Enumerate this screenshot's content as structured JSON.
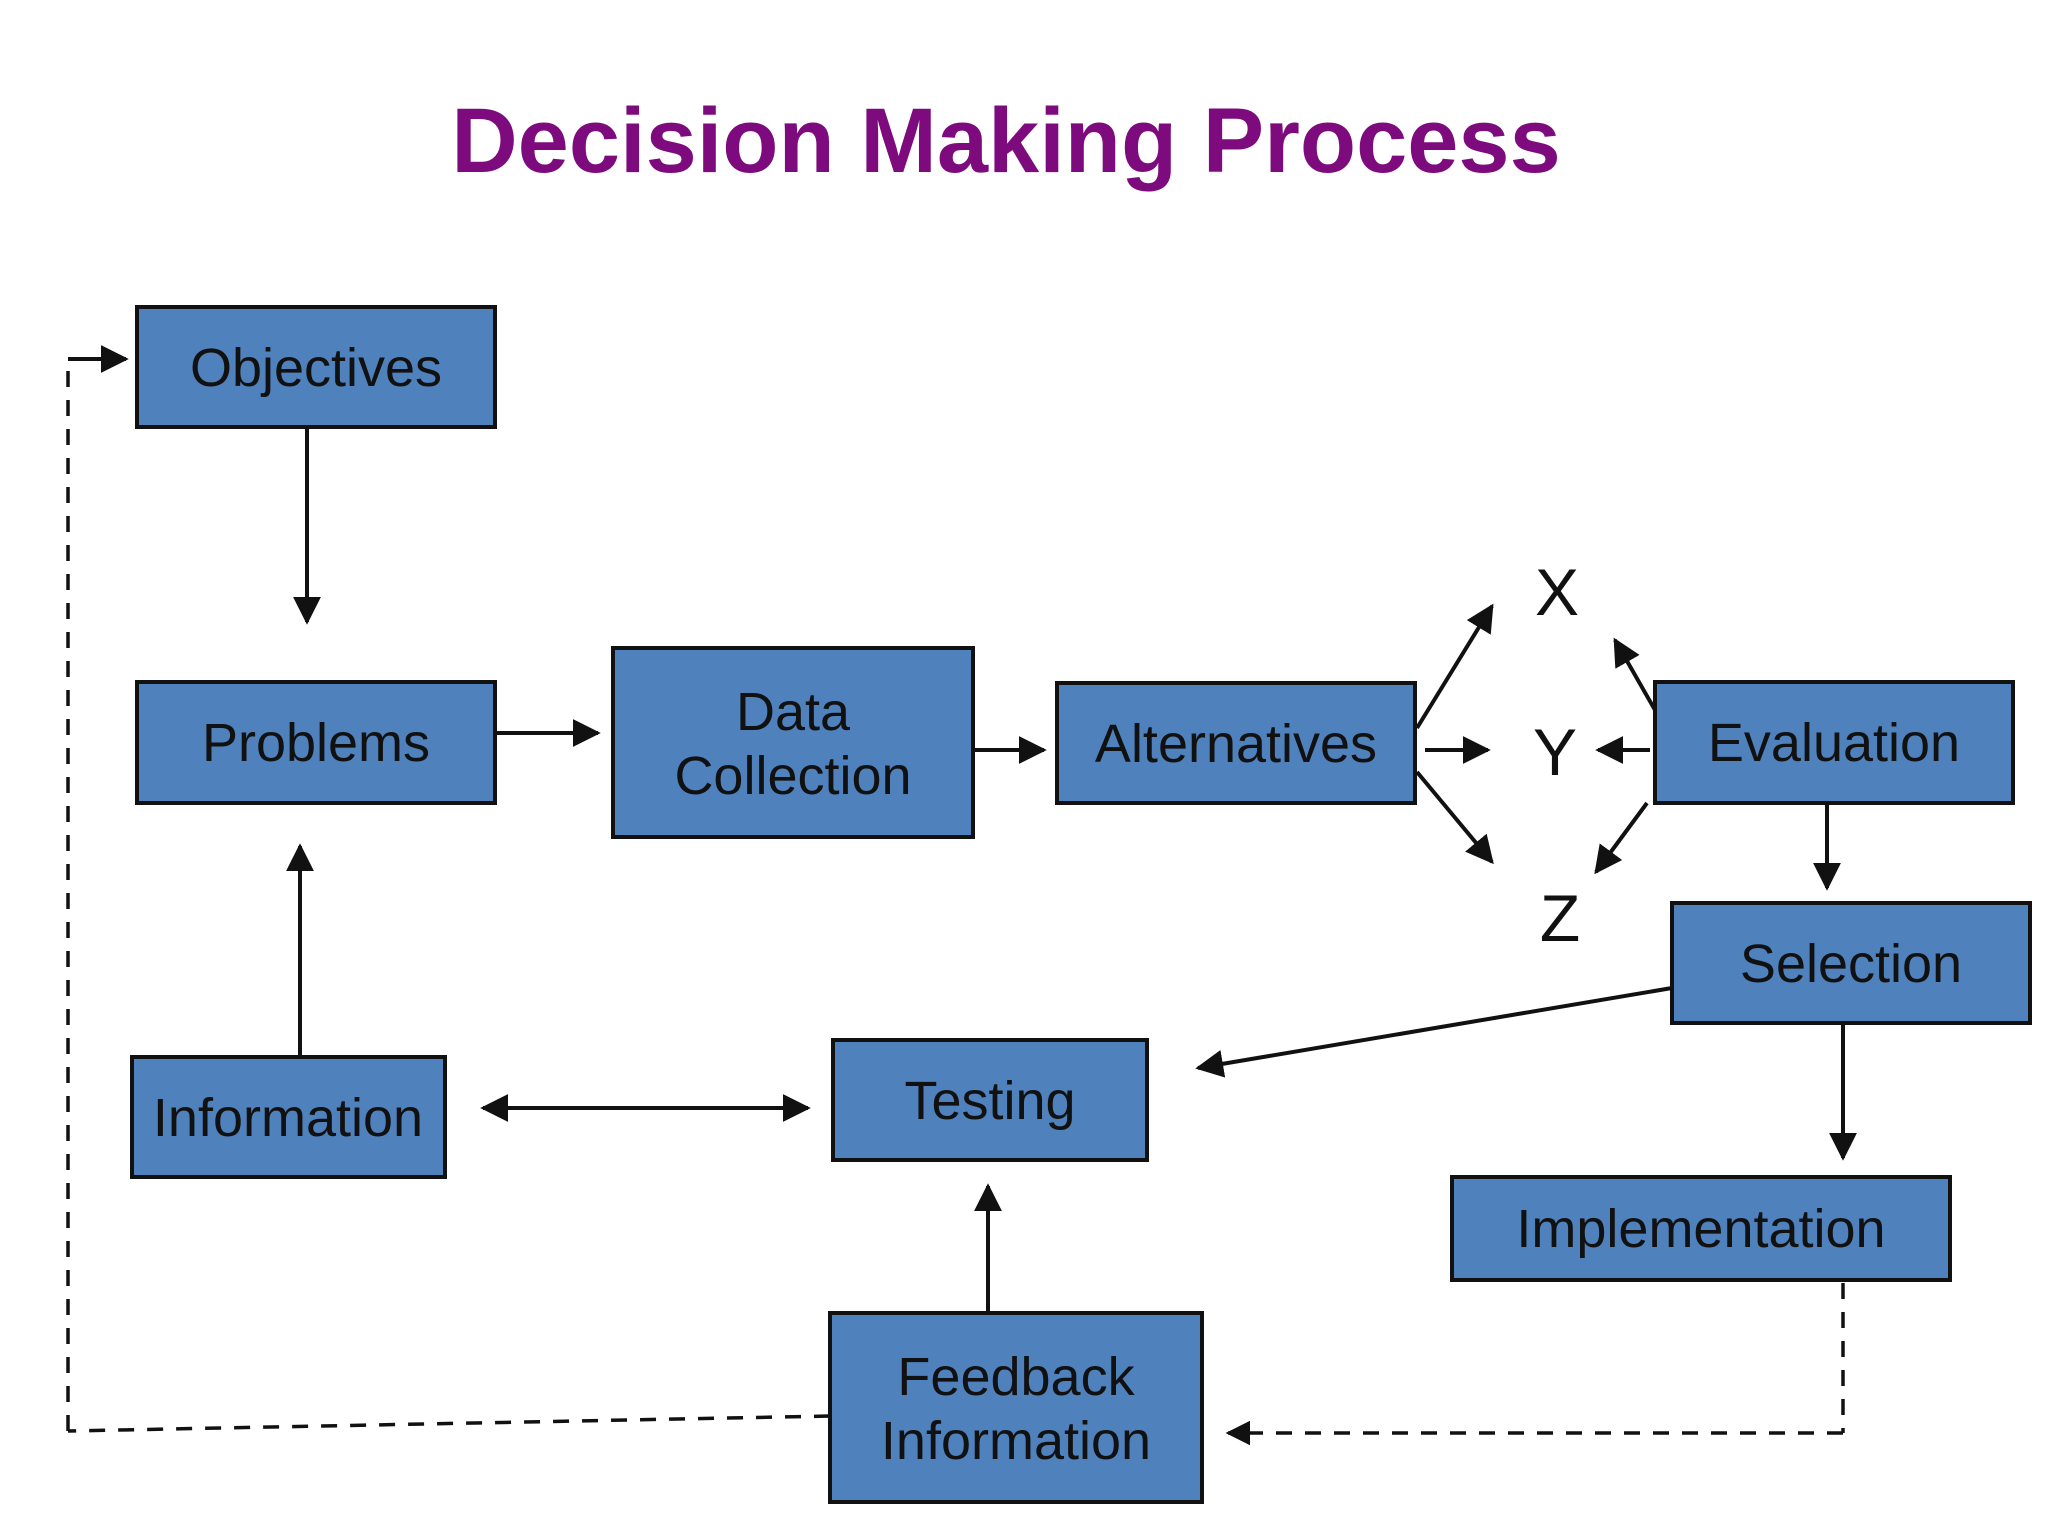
{
  "title": {
    "text": "Decision Making Process",
    "color": "#7D0B7D"
  },
  "colors": {
    "box_fill": "#4F81BD",
    "box_border": "#111111",
    "arrow": "#111111",
    "text": "#111111",
    "background": "#FFFFFF"
  },
  "boxes": {
    "objectives": {
      "label": "Objectives"
    },
    "problems": {
      "label": "Problems"
    },
    "data_collection": {
      "line1": "Data",
      "line2": "Collection"
    },
    "alternatives": {
      "label": "Alternatives"
    },
    "evaluation": {
      "label": "Evaluation"
    },
    "selection": {
      "label": "Selection"
    },
    "testing": {
      "label": "Testing"
    },
    "information": {
      "label": "Information"
    },
    "implementation": {
      "label": "Implementation"
    },
    "feedback_information": {
      "line1": "Feedback",
      "line2": "Information"
    }
  },
  "variables": {
    "x": "X",
    "y": "Y",
    "z": "Z"
  }
}
